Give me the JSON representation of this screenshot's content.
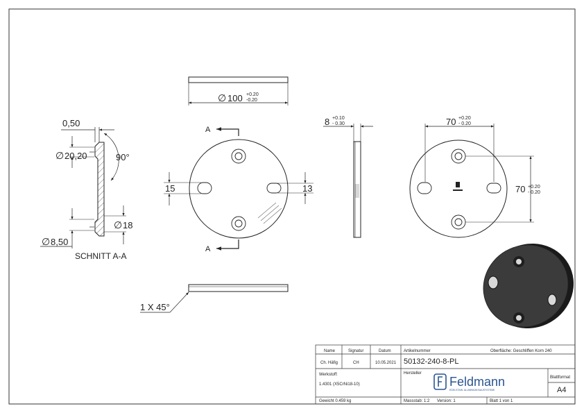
{
  "drawing": {
    "section_label": "SCHNITT A-A",
    "cut_letter_top": "A",
    "cut_letter_bottom": "A",
    "dims": {
      "thickness_offset": "0,50",
      "angle": "90°",
      "dia_countersink": "20,20",
      "dia_inner": "18",
      "dia_through": "8,50",
      "dia_outer": "100",
      "tol_outer_upper": "+0.20",
      "tol_outer_lower": "-0.20",
      "slot_left": "15",
      "slot_right": "13",
      "thickness": "8",
      "tol_thick_upper": "+0.10",
      "tol_thick_lower": "- 0.30",
      "hole_h": "70",
      "tol_hole_h_upper": "+0.20",
      "tol_hole_h_lower": "- 0.20",
      "hole_v": "70",
      "tol_hole_v_upper": "+0.20",
      "tol_hole_v_lower": "- 0.20",
      "chamfer": "1 X 45°",
      "dia_symbol": "∅"
    }
  },
  "title_block": {
    "col_name": "Name",
    "col_signature": "Signatur",
    "col_date": "Datum",
    "name": "Ch. Häfig",
    "signature": "CH",
    "date": "10.05.2021",
    "article_label": "Artikelnummer",
    "article_number": "50132-240-8-PL",
    "surface": "Oberfläche: Geschliffen Korn 240",
    "material_label": "Werkstoff:",
    "material": "1.4301 (X5CrNi18-10)",
    "manufacturer_label": "Hersteller",
    "brand": "Feldmann",
    "brand_tagline": "EDELSTAHL ALUMINIUM BAUSYSTEME",
    "format_label": "Blattformat",
    "format": "A4",
    "weight": "Gewicht 0.459 kg",
    "scale": "Massstab: 1:2",
    "version": "Version: 1",
    "sheet": "Blatt 1 von 1"
  }
}
